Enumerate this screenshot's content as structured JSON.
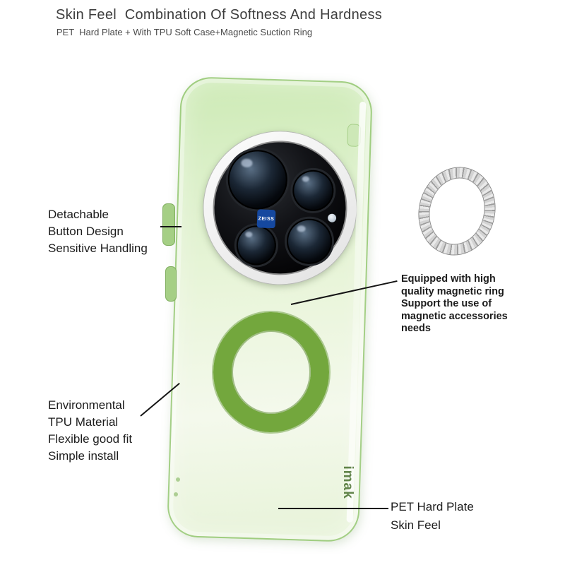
{
  "header": {
    "title": "Skin Feel  Combination Of Softness And Hardness",
    "subtitle": "PET  Hard Plate + With TPU Soft Case+Magnetic Suction Ring"
  },
  "callouts": {
    "button_design": {
      "text": "Detachable\nButton Design\nSensitive Handling"
    },
    "magnetic_ring": {
      "text": "Equipped with high\nquality magnetic ring\nSupport the use of\nmagnetic accessories\nneeds"
    },
    "tpu_material": {
      "text": "Environmental\nTPU Material\nFlexible good fit\nSimple install"
    },
    "pet_plate": {
      "text": "PET Hard Plate\nSkin Feel"
    }
  },
  "case": {
    "brand_logo": "imak",
    "camera_badge": "ZEISS"
  },
  "colors": {
    "case_green": "#cdeab5",
    "magnet_ring_green": "#73a73d",
    "silver_ring": "#c9c9c9",
    "leader_line": "#141414",
    "zeiss_blue": "#15489f"
  }
}
